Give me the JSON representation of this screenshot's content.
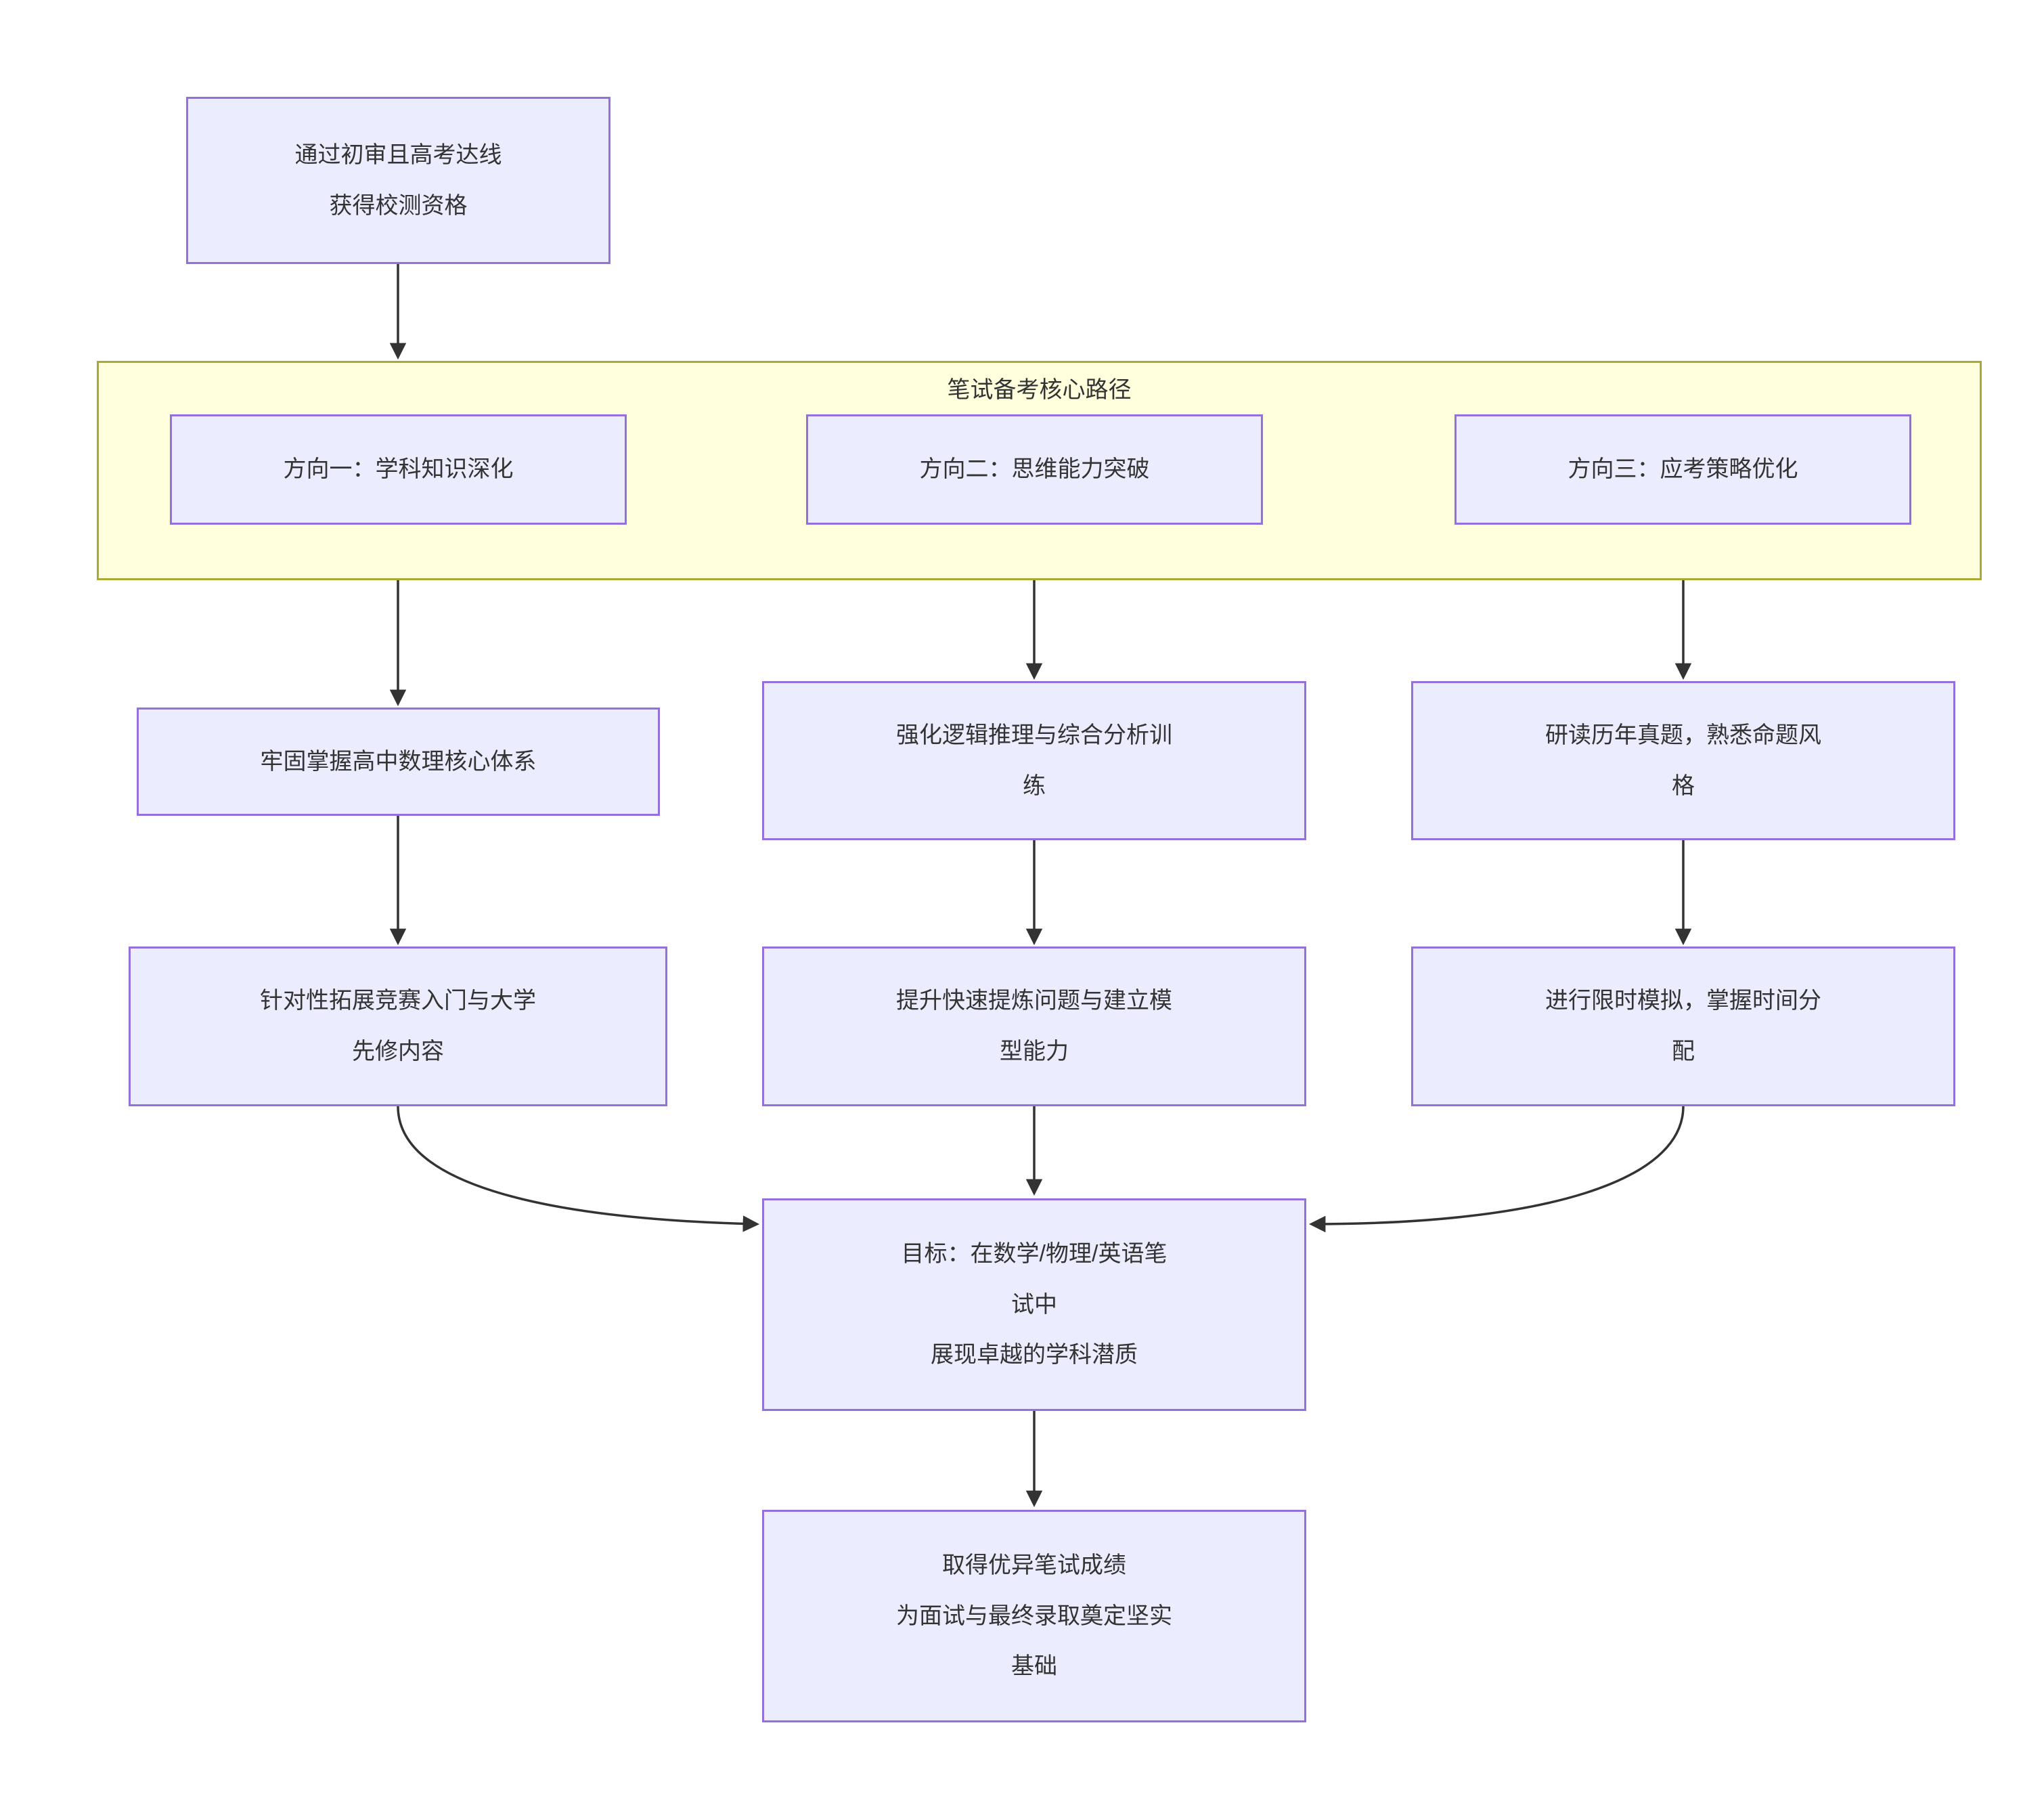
{
  "diagram": {
    "type": "flowchart-top-down",
    "colors": {
      "node_fill": "#ECECFF",
      "node_border": "#9370DB",
      "subgraph_fill": "#FFFFDE",
      "subgraph_border": "#AAAA33",
      "edge": "#333333",
      "text": "#333333",
      "background": "#ffffff"
    }
  },
  "subgraph": {
    "title": "笔试备考核心路径"
  },
  "nodes": {
    "start": {
      "lines": [
        "通过初审且高考达线",
        "获得校测资格"
      ]
    },
    "direction1": {
      "lines": [
        "方向一：学科知识深化"
      ]
    },
    "direction2": {
      "lines": [
        "方向二：思维能力突破"
      ]
    },
    "direction3": {
      "lines": [
        "方向三：应考策略优化"
      ]
    },
    "consolidate": {
      "lines": [
        "牢固掌握高中数理核心体系"
      ]
    },
    "logic": {
      "lines": [
        "强化逻辑推理与综合分析训",
        "练"
      ]
    },
    "pastpapers": {
      "lines": [
        "研读历年真题，熟悉命题风",
        "格"
      ]
    },
    "competition": {
      "lines": [
        "针对性拓展竞赛入门与大学",
        "先修内容"
      ]
    },
    "modeling": {
      "lines": [
        "提升快速提炼问题与建立模",
        "型能力"
      ]
    },
    "timing": {
      "lines": [
        "进行限时模拟，掌握时间分",
        "配"
      ]
    },
    "goal": {
      "lines": [
        "目标：在数学/物理/英语笔",
        "试中",
        "展现卓越的学科潜质"
      ]
    },
    "result": {
      "lines": [
        "取得优异笔试成绩",
        "为面试与最终录取奠定坚实",
        "基础"
      ]
    }
  },
  "edges": [
    {
      "from": "start",
      "to": "core-path-subgraph"
    },
    {
      "from": "direction1",
      "to": "consolidate"
    },
    {
      "from": "direction2",
      "to": "logic"
    },
    {
      "from": "direction3",
      "to": "pastpapers"
    },
    {
      "from": "consolidate",
      "to": "competition"
    },
    {
      "from": "logic",
      "to": "modeling"
    },
    {
      "from": "pastpapers",
      "to": "timing"
    },
    {
      "from": "competition",
      "to": "goal"
    },
    {
      "from": "modeling",
      "to": "goal"
    },
    {
      "from": "timing",
      "to": "goal"
    },
    {
      "from": "goal",
      "to": "result"
    }
  ]
}
